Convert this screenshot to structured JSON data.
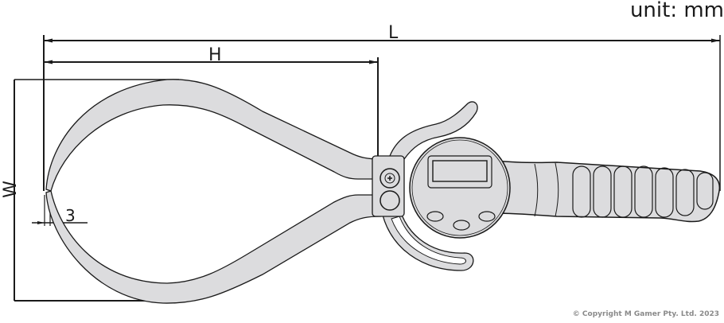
{
  "header": {
    "unit_label": "unit: mm"
  },
  "dimensions": {
    "L": "L",
    "H": "H",
    "W": "W",
    "tip_thickness": "3"
  },
  "footer": {
    "copyright": "© Copyright M Gamer Pty. Ltd. 2023"
  },
  "colors": {
    "body_fill": "#dcdcde",
    "outline": "#1a1a1a",
    "dimension_line": "#1a1a1a",
    "copyright_text": "#8a8a8a"
  },
  "components": [
    "caliper-jaws",
    "digital-display",
    "release-lever",
    "pivot-screw",
    "guide-arc",
    "grip-handle"
  ]
}
